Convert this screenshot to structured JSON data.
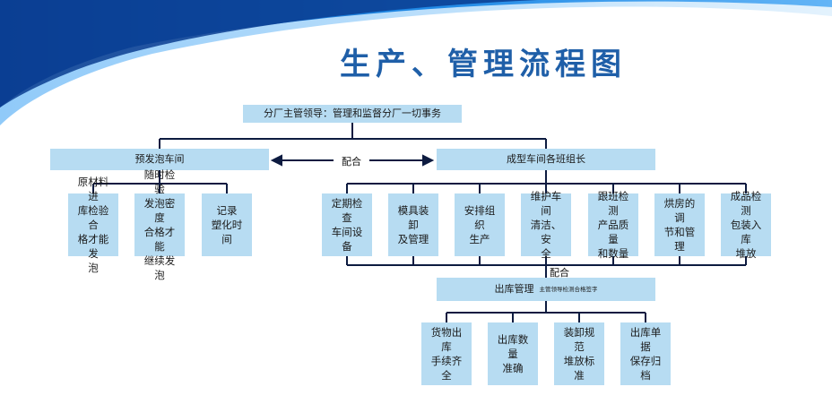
{
  "title": "生产、管理流程图",
  "top": {
    "label": "分厂主管领导：管理和监督分厂一切事务"
  },
  "left_group": {
    "label": "预发泡车间",
    "items": [
      "原材料进\n库检验合\n格才能发\n泡",
      "随时检验\n发泡密度\n合格才能\n继续发泡",
      "记录\n塑化时间"
    ]
  },
  "coop_label": "配合",
  "right_group": {
    "label": "成型车间各班组长",
    "items": [
      "定期检查\n车间设备",
      "模具装卸\n及管理",
      "安排组织\n生产",
      "维护车间\n清洁、安\n全",
      "跟班检测\n产品质量\n和数量",
      "烘房的调\n节和管理",
      "成品检测\n包装入库\n堆放"
    ]
  },
  "coop_label_2": "配合",
  "warehouse": {
    "label": "出库管理",
    "note": "主管领导检测合格签字",
    "items": [
      "货物出库\n手续齐全",
      "出库数量\n准确",
      "装卸规范\n堆放标准",
      "出库单据\n保存归档"
    ]
  },
  "colors": {
    "box": "#b7dcf2",
    "line": "#0d1b40",
    "title": "#1f5fa8",
    "swoosh": "#1565c0"
  }
}
